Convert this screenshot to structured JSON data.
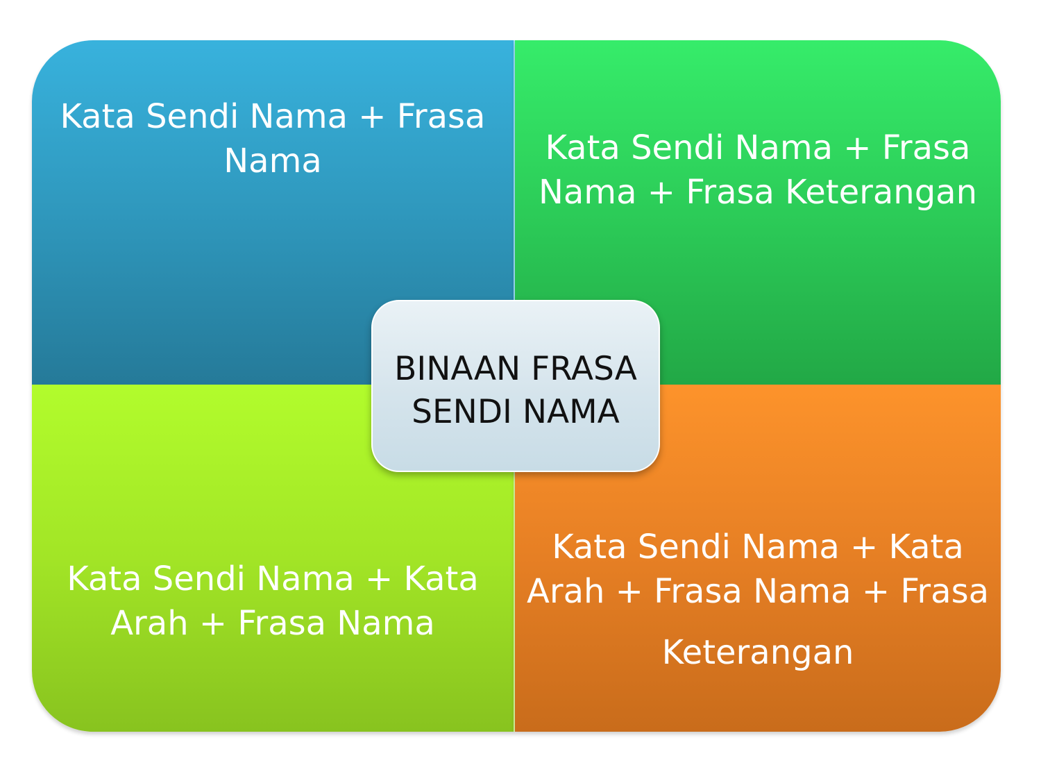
{
  "center": {
    "lines": [
      "BINAAN FRASA",
      "SENDI NAMA"
    ]
  },
  "quadrants": {
    "top_left": {
      "lines": [
        "Kata Sendi Nama + Frasa",
        "Nama"
      ],
      "color": "#2f98bd"
    },
    "top_right": {
      "lines": [
        "Kata Sendi Nama + Frasa",
        "Nama + Frasa Keterangan"
      ],
      "color": "#2ccc58"
    },
    "bottom_left": {
      "lines": [
        "Kata Sendi Nama + Kata",
        "Arah + Frasa Nama"
      ],
      "color": "#a2e526"
    },
    "bottom_right": {
      "lines": [
        "Kata Sendi Nama + Kata",
        "Arah + Frasa Nama + Frasa",
        "Keterangan"
      ],
      "color": "#e67f24"
    }
  }
}
